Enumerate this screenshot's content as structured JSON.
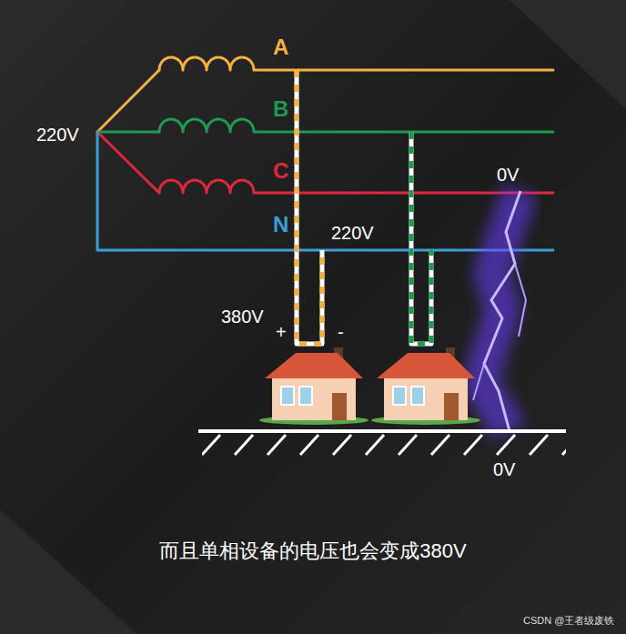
{
  "diagram": {
    "caption": "而且单相设备的电压也会变成380V",
    "labels": [
      "A",
      "B",
      "C",
      "N",
      "220V",
      "0V",
      "220V",
      "380V",
      "+",
      "-",
      "0V",
      "CSDN @王者级废铁"
    ]
  }
}
